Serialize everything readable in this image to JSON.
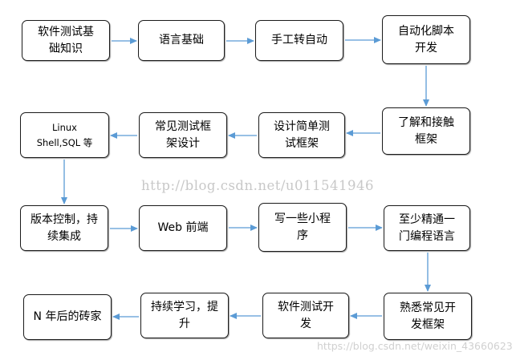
{
  "nodes": [
    {
      "id": "basics",
      "label": "软件测试基\n础知识"
    },
    {
      "id": "lang",
      "label": "语言基础"
    },
    {
      "id": "manual2auto",
      "label": "手工转自动"
    },
    {
      "id": "autoscript",
      "label": "自动化脚本\n开发"
    },
    {
      "id": "framework",
      "label": "了解和接触\n框架"
    },
    {
      "id": "simplefw",
      "label": "设计简单测\n试框架"
    },
    {
      "id": "commonfw",
      "label": "常见测试框\n架设计"
    },
    {
      "id": "linux",
      "label": "Linux\nShell,SQL 等"
    },
    {
      "id": "vcs",
      "label": "版本控制，持\n续集成"
    },
    {
      "id": "web",
      "label": "Web 前端"
    },
    {
      "id": "miniapp",
      "label": "写一些小程\n序"
    },
    {
      "id": "master",
      "label": "至少精通一\n门编程语言"
    },
    {
      "id": "familiar",
      "label": "熟悉常见开\n发框架"
    },
    {
      "id": "devtest",
      "label": "软件测试开\n发"
    },
    {
      "id": "learning",
      "label": "持续学习，提\n升"
    },
    {
      "id": "brick",
      "label": "N 年后的砖家"
    }
  ],
  "edges": [
    [
      "basics",
      "lang"
    ],
    [
      "lang",
      "manual2auto"
    ],
    [
      "manual2auto",
      "autoscript"
    ],
    [
      "autoscript",
      "framework"
    ],
    [
      "framework",
      "simplefw"
    ],
    [
      "simplefw",
      "commonfw"
    ],
    [
      "commonfw",
      "linux"
    ],
    [
      "linux",
      "vcs"
    ],
    [
      "vcs",
      "web"
    ],
    [
      "web",
      "miniapp"
    ],
    [
      "miniapp",
      "master"
    ],
    [
      "master",
      "familiar"
    ],
    [
      "familiar",
      "devtest"
    ],
    [
      "devtest",
      "learning"
    ],
    [
      "learning",
      "brick"
    ]
  ],
  "watermark": "http://blog.csdn.net/u011541946",
  "watermark_bottom": "https://blog.csdn.net/weixin_43660623",
  "colors": {
    "arrow": "#5b9bd5",
    "border": "#1a1a1a"
  }
}
